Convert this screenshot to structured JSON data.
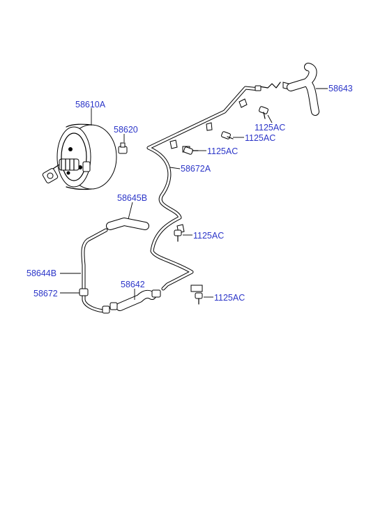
{
  "labels": {
    "booster": "58610A",
    "booster_nut": "58620",
    "hose_upper_right": "58643",
    "bolt_1": "1125AC",
    "bolt_2": "1125AC",
    "bolt_3": "1125AC",
    "bolt_4": "1125AC",
    "bolt_5": "1125AC",
    "tube_main": "58672A",
    "hose_b": "58645B",
    "tube_left": "58644B",
    "clip_left": "58672",
    "hose_lower": "58642"
  },
  "colors": {
    "label": "#2b35c8",
    "line": "#000000",
    "background": "#ffffff"
  }
}
